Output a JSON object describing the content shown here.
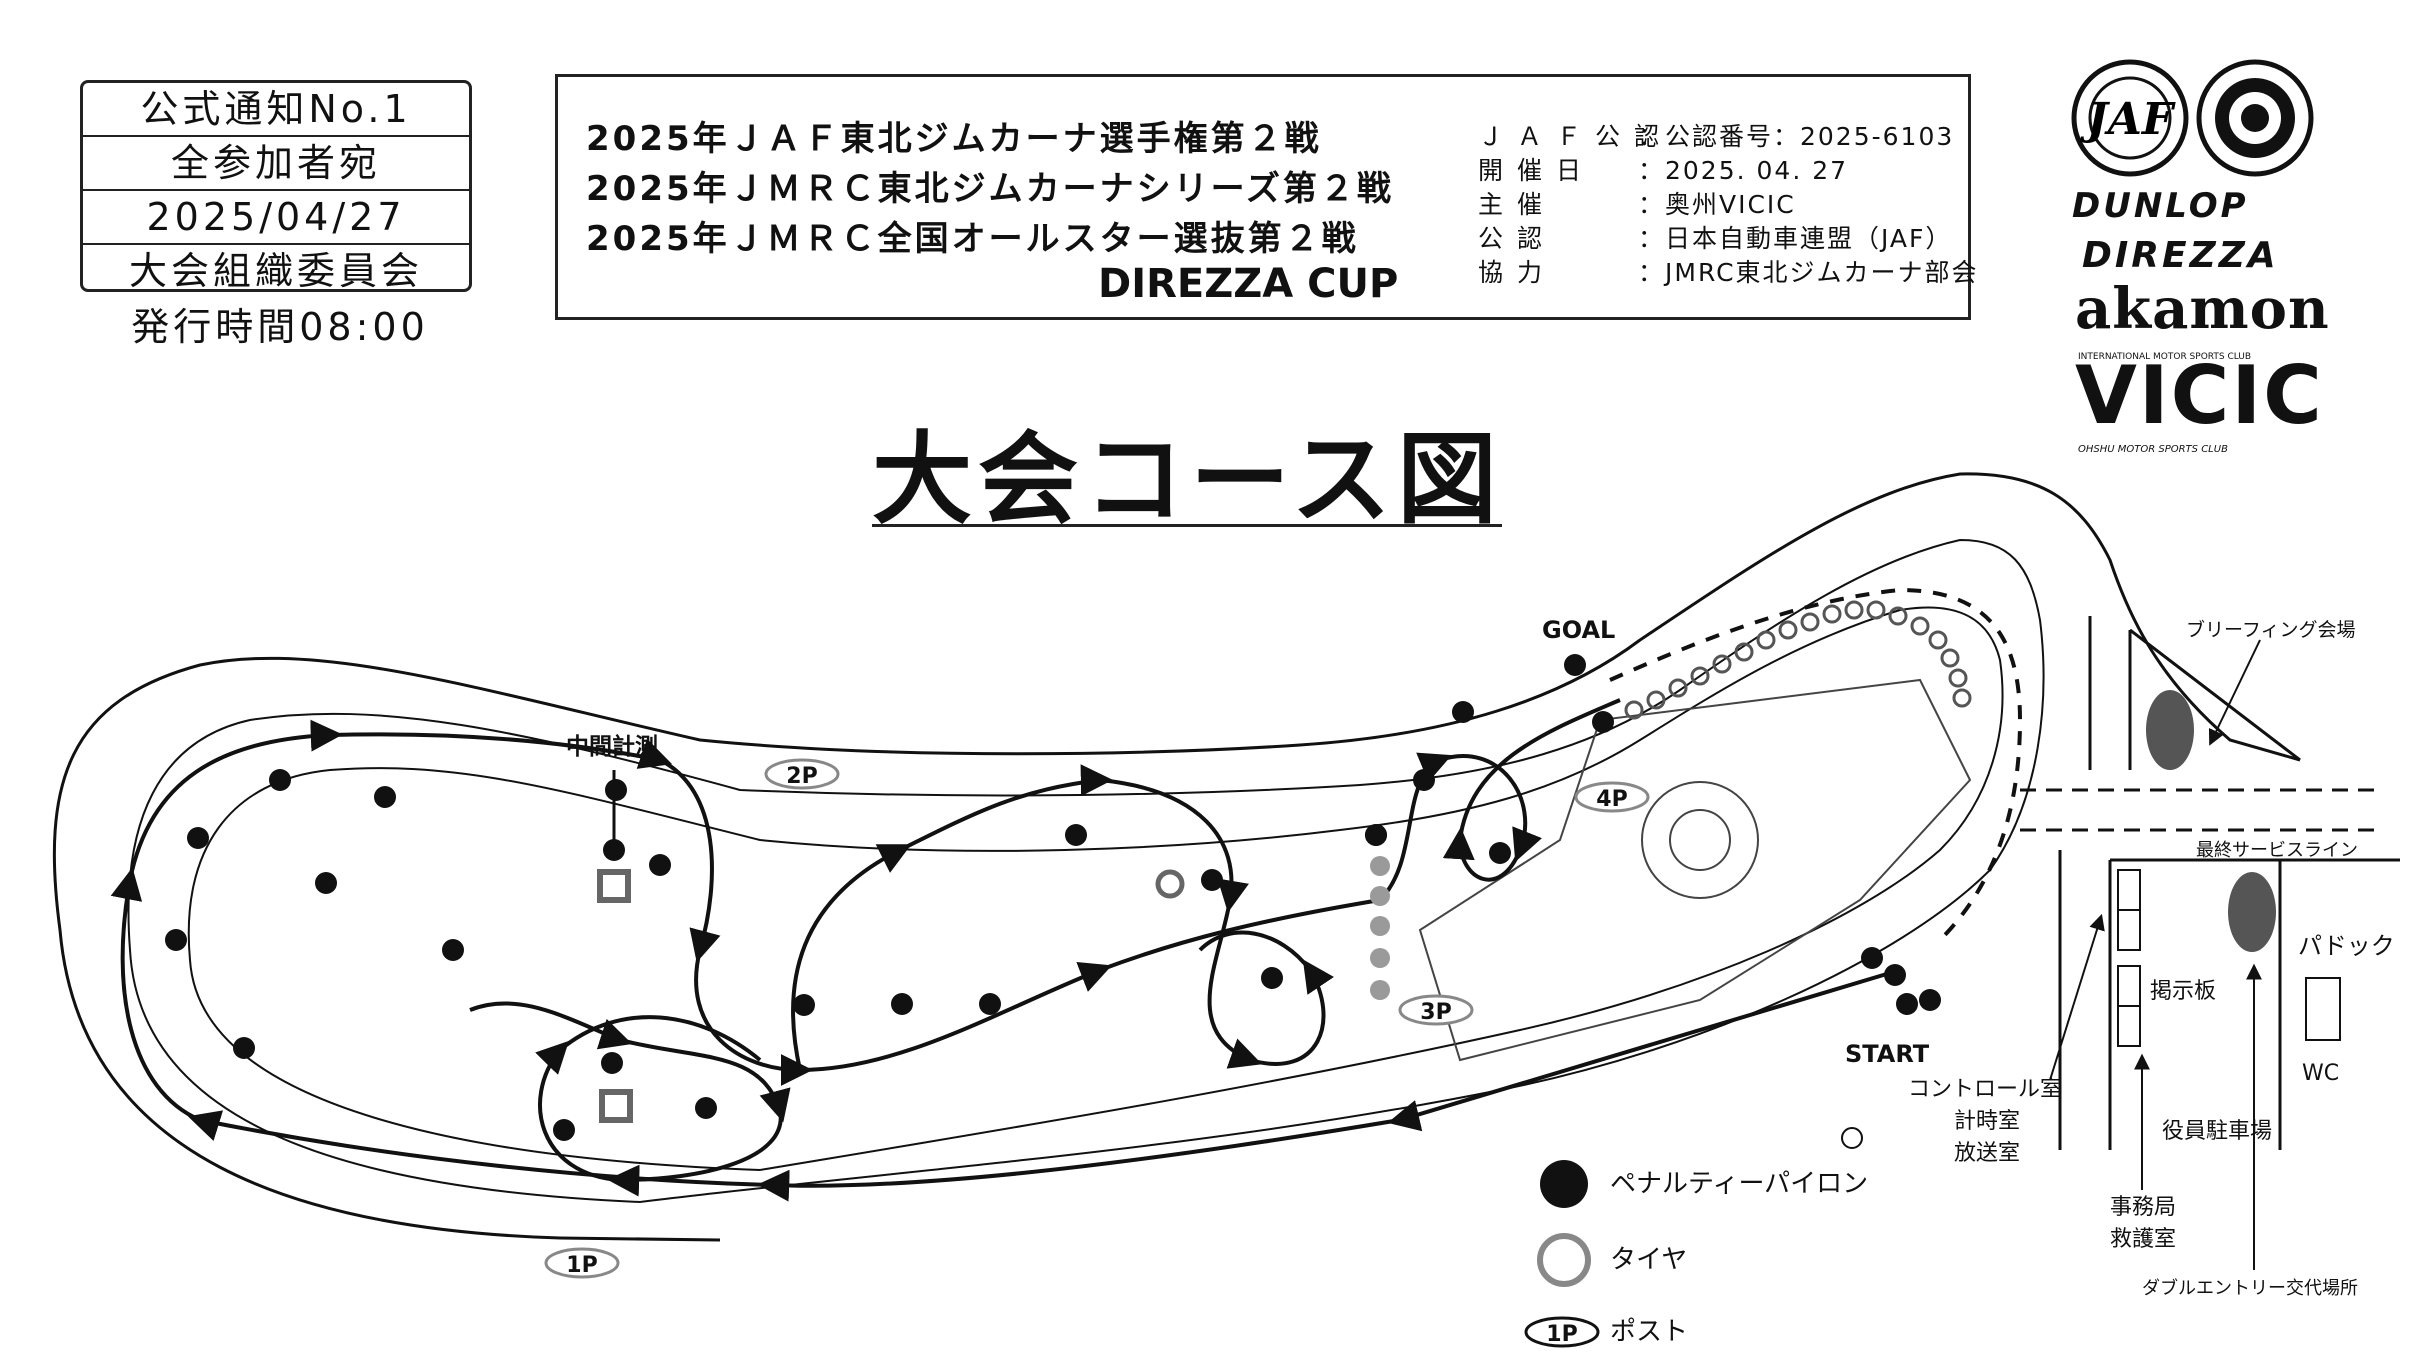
{
  "notice": {
    "lines": [
      "公式通知No.1",
      "全参加者宛",
      "2025/04/27",
      "大会組織委員会"
    ],
    "issue_time": "発行時間08:00"
  },
  "event": {
    "titles": [
      "2025年ＪＡＦ東北ジムカーナ選手権第２戦",
      "2025年ＪＭＲＣ東北ジムカーナシリーズ第２戦",
      "2025年ＪＭＲＣ全国オールスター選抜第２戦"
    ],
    "cup": "DIREZZA CUP",
    "info": [
      {
        "label": "ＪＡＦ公認",
        "value": "：公認番号：2025-6103"
      },
      {
        "label": "開催日",
        "value": "：2025. 04. 27"
      },
      {
        "label": "主催",
        "value": "：奥州VICIC"
      },
      {
        "label": "公認",
        "value": "：日本自動車連盟（JAF）"
      },
      {
        "label": "協力",
        "value": "：JMRC東北ジムカーナ部会"
      }
    ]
  },
  "main_title": "大会コース図",
  "logos": {
    "dunlop": "DUNLOP",
    "direzza": "DIREZZA",
    "akamon": "akamon",
    "vicic_top": "INTERNATIONAL MOTOR SPORTS CLUB",
    "vicic": "VICIC",
    "vicic_bottom": "OHSHU MOTOR SPORTS CLUB"
  },
  "course_labels": {
    "goal": "GOAL",
    "start": "START",
    "intermediate": "中間計測",
    "briefing": "ブリーフィング会場",
    "service_line": "最終サービスライン",
    "paddock": "パドック",
    "board": "掲示板",
    "wc": "WC",
    "control_room": "コントロール室",
    "timing_room": "計時室",
    "broadcast_room": "放送室",
    "office": "事務局",
    "first_aid": "救護室",
    "staff_parking": "役員駐車場",
    "double_entry": "ダブルエントリー交代場所",
    "posts": [
      "1P",
      "2P",
      "3P",
      "4P"
    ]
  },
  "legend": [
    {
      "symbol": "penalty-pylon",
      "label": "ペナルティーパイロン"
    },
    {
      "symbol": "tire",
      "label": "タイヤ"
    },
    {
      "symbol": "post",
      "badge": "1P",
      "label": "ポスト"
    }
  ]
}
